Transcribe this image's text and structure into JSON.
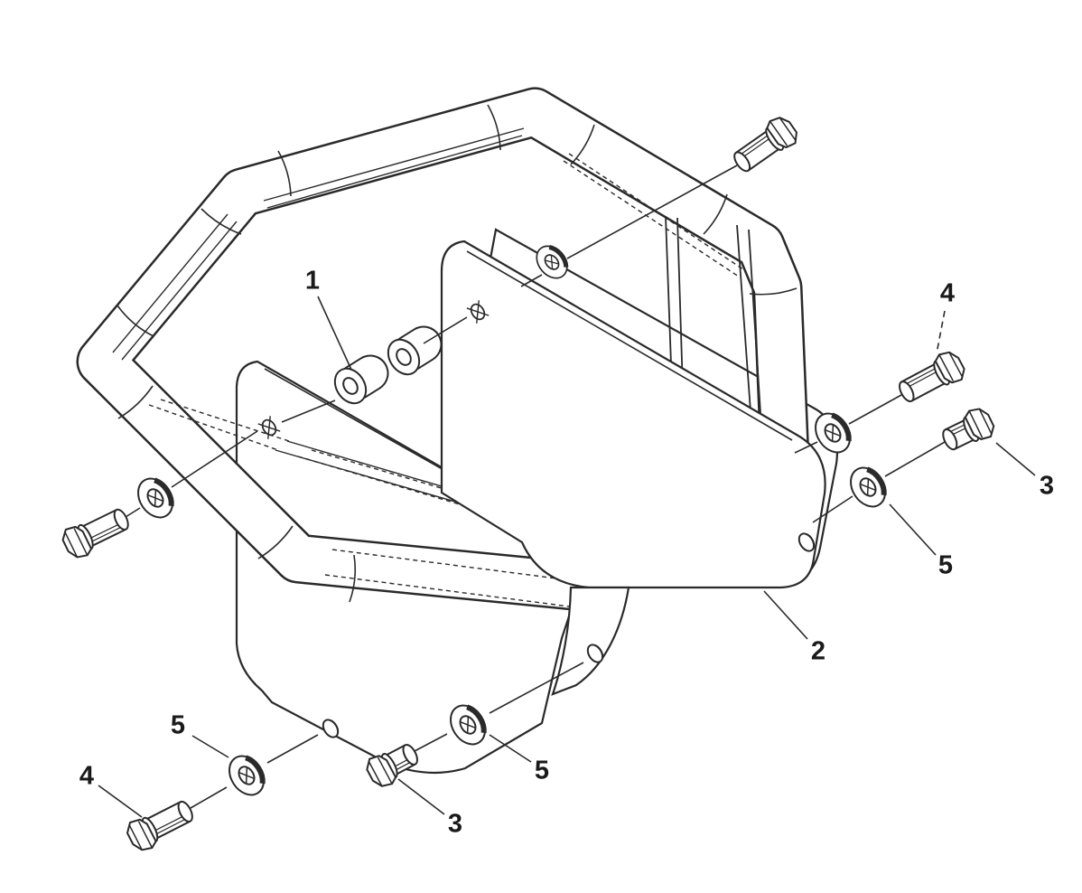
{
  "figure": {
    "type": "exploded-parts-diagram",
    "subject": "tubular guard handle with mounting bracket plates and fastener hardware",
    "background_color": "#ffffff",
    "line_color": "#2a2a2a"
  },
  "callouts": [
    {
      "label": "1",
      "target": "spacer-bushing"
    },
    {
      "label": "2",
      "target": "mounting-bracket-plate"
    },
    {
      "label": "3",
      "target": "hex-bolt-short-right"
    },
    {
      "label": "3",
      "target": "hex-bolt-short-bottom"
    },
    {
      "label": "4",
      "target": "hex-bolt-long-right"
    },
    {
      "label": "4",
      "target": "hex-bolt-long-bottom-left"
    },
    {
      "label": "5",
      "target": "flat-washer-right"
    },
    {
      "label": "5",
      "target": "flat-washer-bottom-middle"
    },
    {
      "label": "5",
      "target": "flat-washer-bottom-left"
    }
  ]
}
